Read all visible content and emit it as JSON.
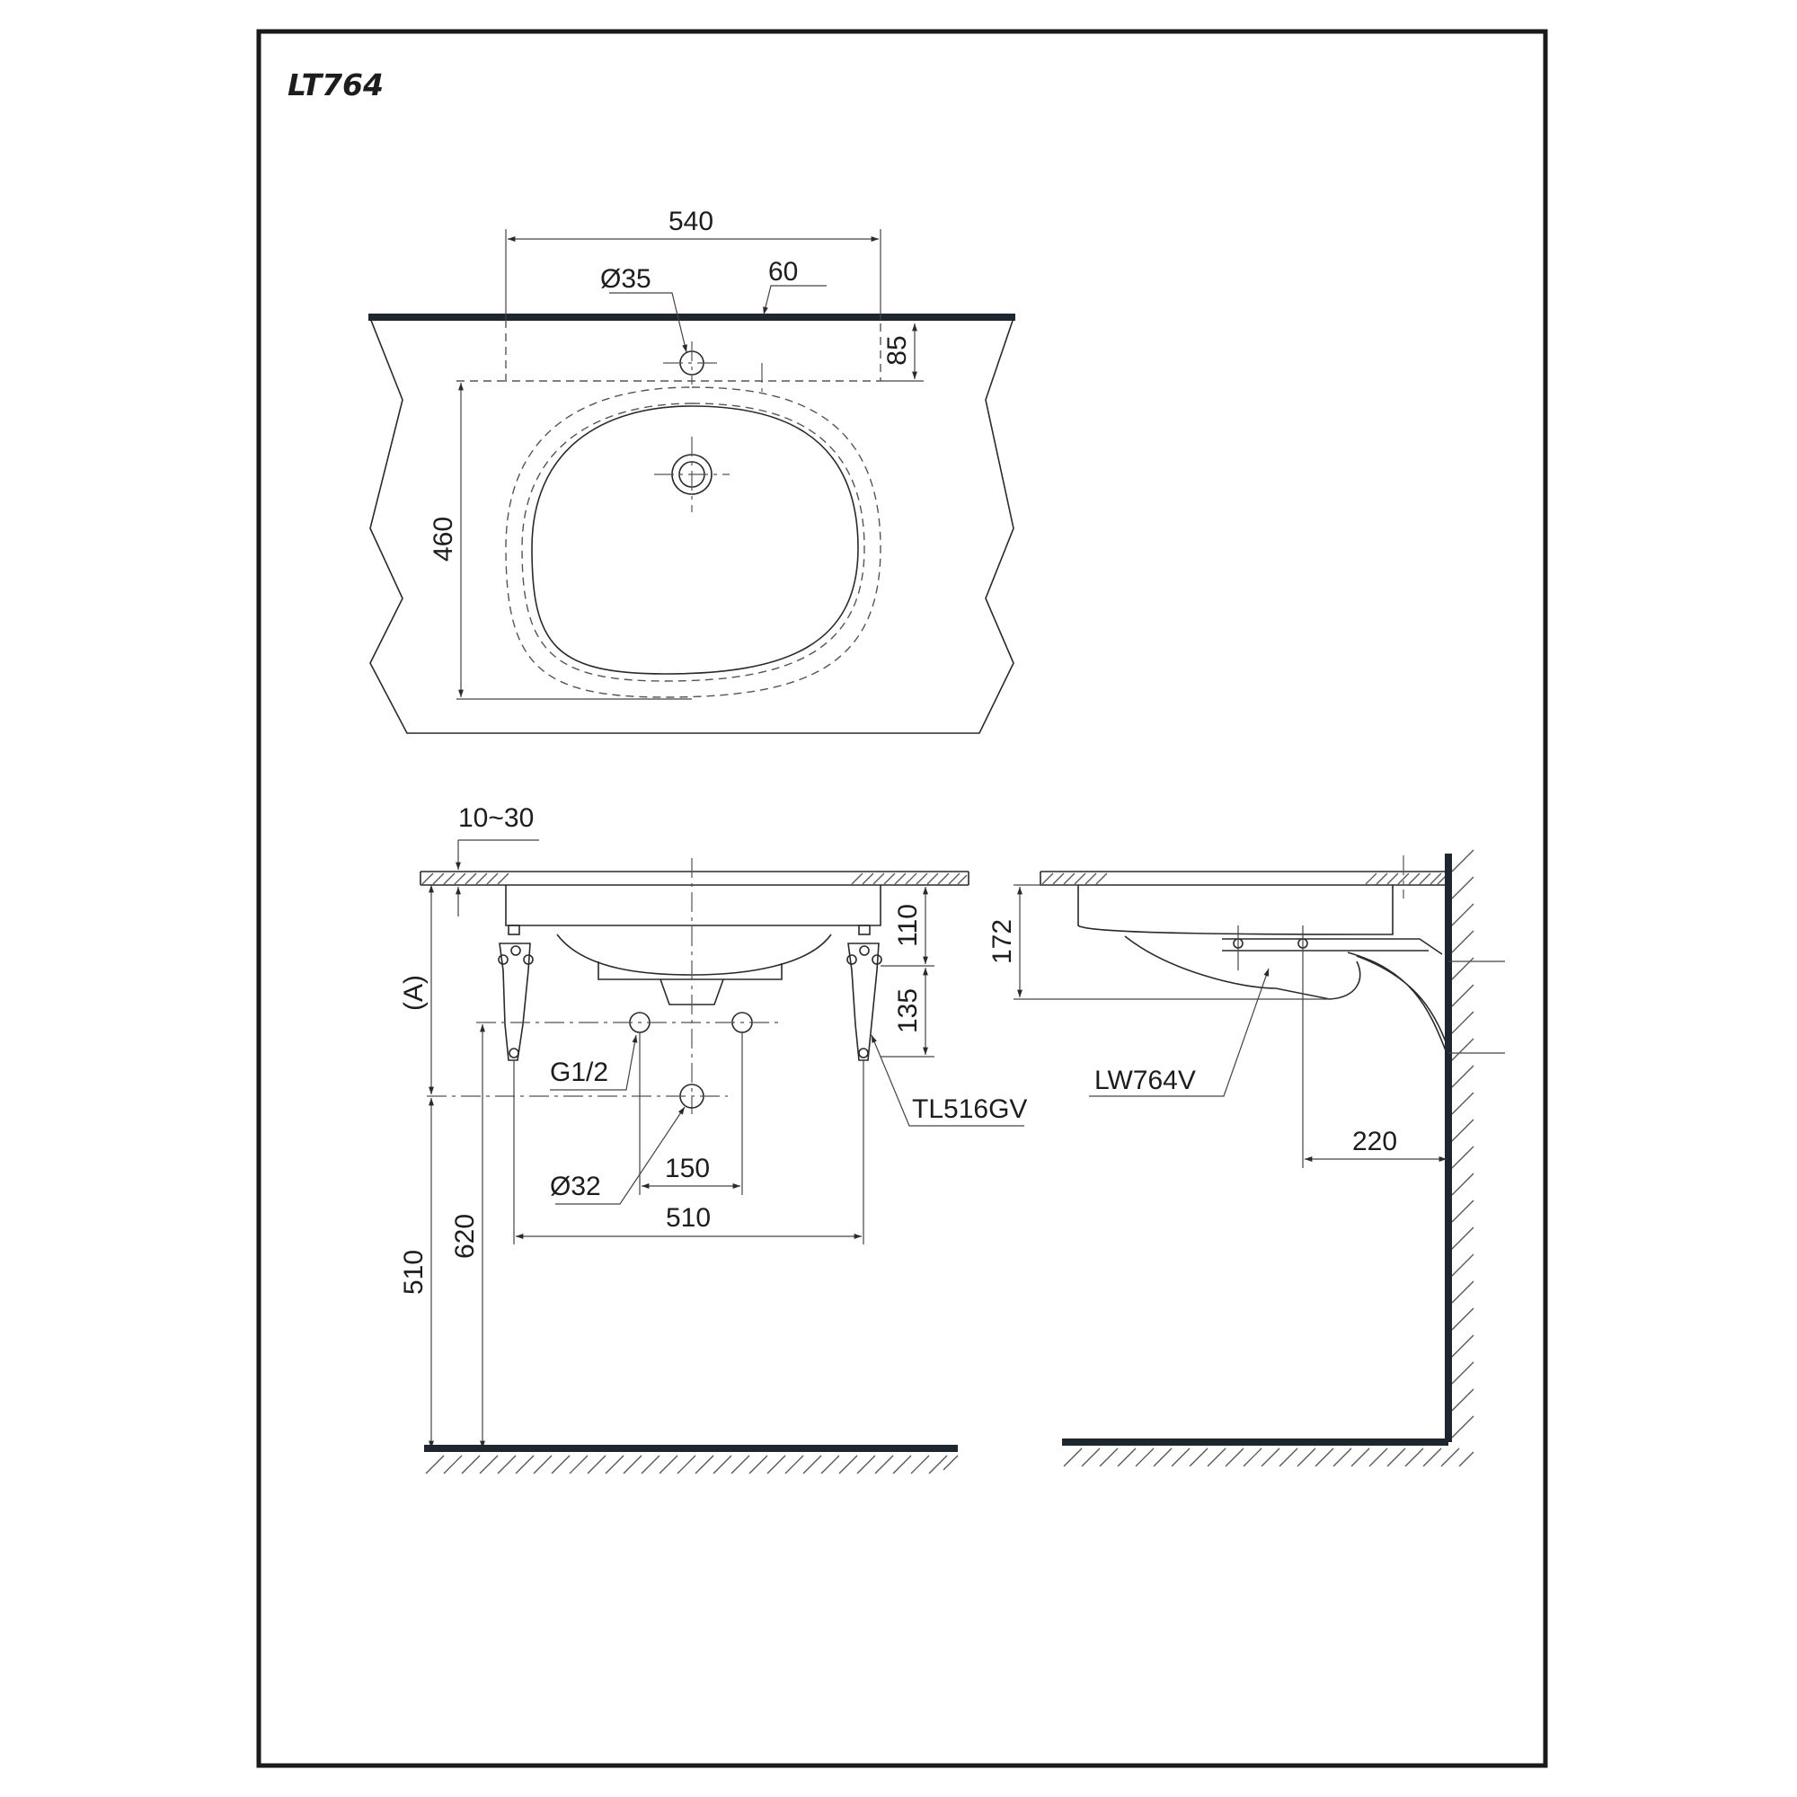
{
  "title": "LT764",
  "top_view": {
    "width": "540",
    "tap_hole": "Ø35",
    "offset": "60",
    "hole_depth": "85",
    "depth": "460"
  },
  "front_view": {
    "counter_thickness": "10~30",
    "height_a": "(A)",
    "bowl_depth": "110",
    "bracket_spacing": "135",
    "supply": "G1/2",
    "bracket_model": "TL516GV",
    "waste": "Ø32",
    "supply_spacing": "150",
    "bracket_width": "510",
    "waste_height": "510",
    "supply_height": "620"
  },
  "side_view": {
    "height": "172",
    "bracket_model": "LW764V",
    "wall_distance": "220"
  }
}
